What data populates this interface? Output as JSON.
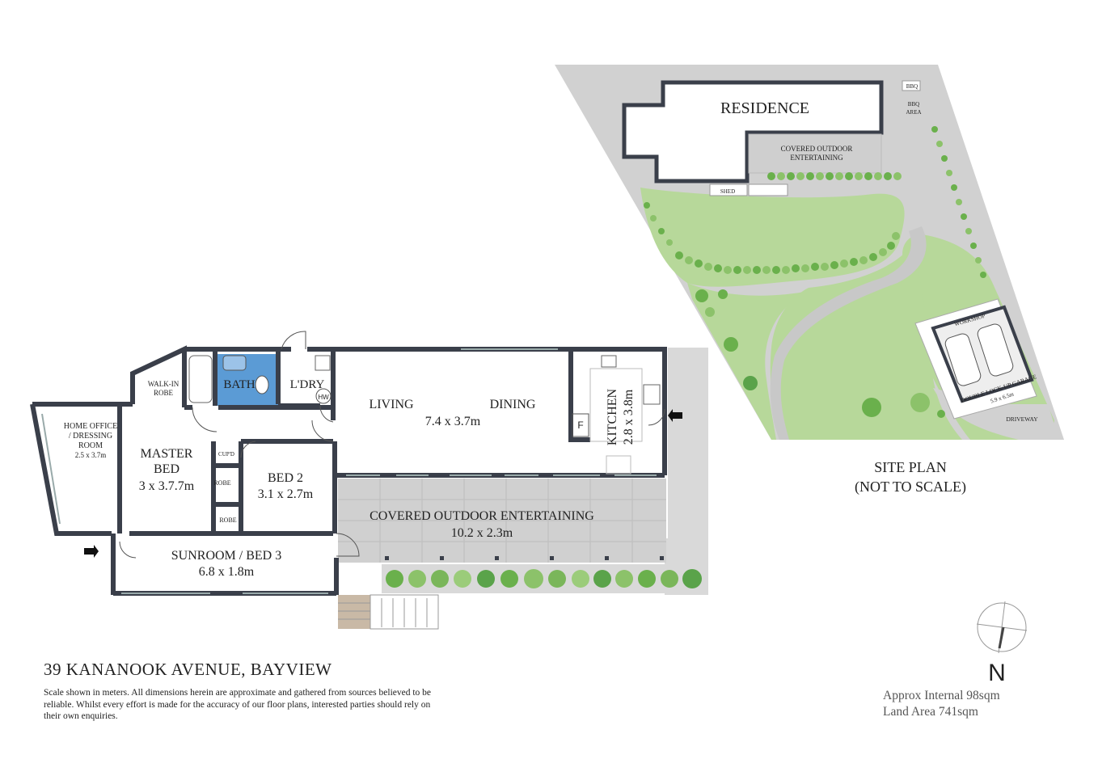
{
  "title": "39 KANANOOK AVENUE, BAYVIEW",
  "disclaimer": "Scale shown in meters. All dimensions herein are approximate and gathered from sources believed to be  reliable. Whilst every effort is made for the accuracy of our floor plans, interested parties should rely on their own enquiries.",
  "areas": {
    "internal": "Approx Internal 98sqm",
    "land": "Land Area 741sqm"
  },
  "compass": {
    "label": "N"
  },
  "floorplan": {
    "rooms": {
      "living": "LIVING",
      "dining": "DINING",
      "living_dining_dims": "7.4 x 3.7m",
      "kitchen": "KITCHEN",
      "kitchen_dims": "2.8 x 3.8m",
      "bath": "BATH",
      "laundry": "L'DRY",
      "hw": "HW",
      "walkin_line1": "WALK-IN",
      "walkin_line2": "ROBE",
      "office_line1": "HOME OFFICE",
      "office_line2": "/ DRESSING",
      "office_line3": "ROOM",
      "office_dims": "2.5 x 3.7m",
      "master_line1": "MASTER",
      "master_line2": "BED",
      "master_dims": "3 x 3.7.7m",
      "bed2": "BED 2",
      "bed2_dims": "3.1 x 2.7m",
      "cupd": "CUP'D",
      "robe1": "ROBE",
      "robe2": "ROBE",
      "fridge": "F",
      "sunroom": "SUNROOM / BED 3",
      "sunroom_dims": "6.8 x 1.8m",
      "outdoor": "COVERED OUTDOOR ENTERTAINING",
      "outdoor_dims": "10.2 x 2.3m"
    }
  },
  "site": {
    "residence": "RESIDENCE",
    "covered_line1": "COVERED OUTDOOR",
    "covered_line2": "ENTERTAINING",
    "bbq": "BBQ",
    "bbq_area_line1": "BBQ",
    "bbq_area_line2": "AREA",
    "shed": "SHED",
    "workshop": "WORKSHOP",
    "garage": "DOUBLE LOCK-UP GARAGE",
    "garage_dims": "5.9 x 6.5m",
    "driveway": "DRIVEWAY",
    "caption_line1": "SITE PLAN",
    "caption_line2": "(NOT TO SCALE)"
  },
  "colors": {
    "wall": "#3a3f4a",
    "bath": "#5b9bd5",
    "lawn": "#b7d89a",
    "paving": "#d4d4d4",
    "path": "#c8c8c8",
    "shrub": "#6ab04c"
  }
}
